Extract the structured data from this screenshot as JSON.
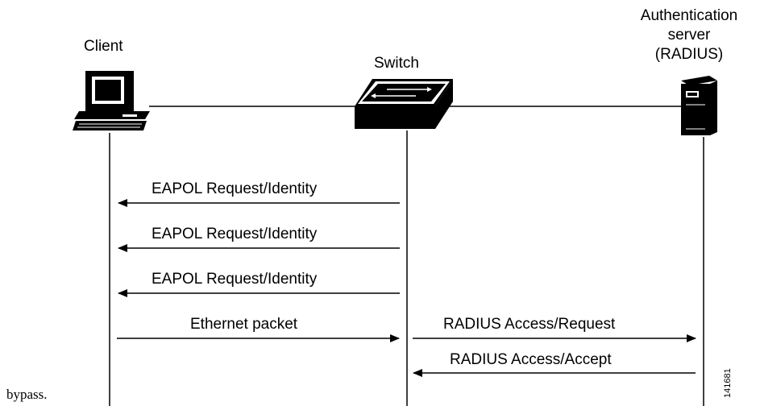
{
  "nodes": {
    "client": "Client",
    "switch": "Switch",
    "server_line1": "Authentication",
    "server_line2": "server",
    "server_line3": "(RADIUS)"
  },
  "messages": [
    {
      "label": "EAPOL Request/Identity",
      "from": "switch",
      "to": "client"
    },
    {
      "label": "EAPOL Request/Identity",
      "from": "switch",
      "to": "client"
    },
    {
      "label": "EAPOL Request/Identity",
      "from": "switch",
      "to": "client"
    },
    {
      "label": "Ethernet packet",
      "from": "client",
      "to": "switch"
    },
    {
      "label": "RADIUS Access/Request",
      "from": "switch",
      "to": "server"
    },
    {
      "label": "RADIUS Access/Accept",
      "from": "server",
      "to": "switch"
    }
  ],
  "figure_id": "141681",
  "caption_fragment": "bypass."
}
